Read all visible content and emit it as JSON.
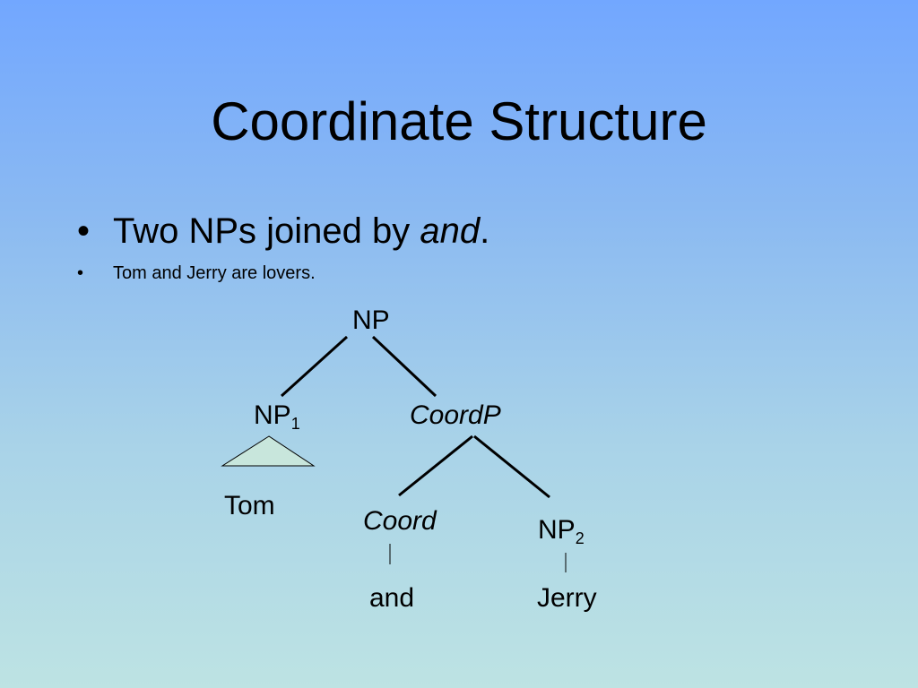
{
  "slide": {
    "title": "Coordinate Structure",
    "bullets": [
      {
        "text_before": "Two NPs joined by ",
        "text_emphasis": "and",
        "text_after": "."
      },
      {
        "text": "Tom and Jerry are lovers."
      }
    ],
    "bullet_symbol": "•"
  },
  "tree": {
    "root": "NP",
    "np1": {
      "label": "NP",
      "subscript": "1"
    },
    "coordp": "CoordP",
    "tom": "Tom",
    "coord": "Coord",
    "np2": {
      "label": "NP",
      "subscript": "2"
    },
    "and_word": "and",
    "jerry": "Jerry",
    "triangle_fill": "#c8e6dc",
    "line_color": "#000000"
  }
}
